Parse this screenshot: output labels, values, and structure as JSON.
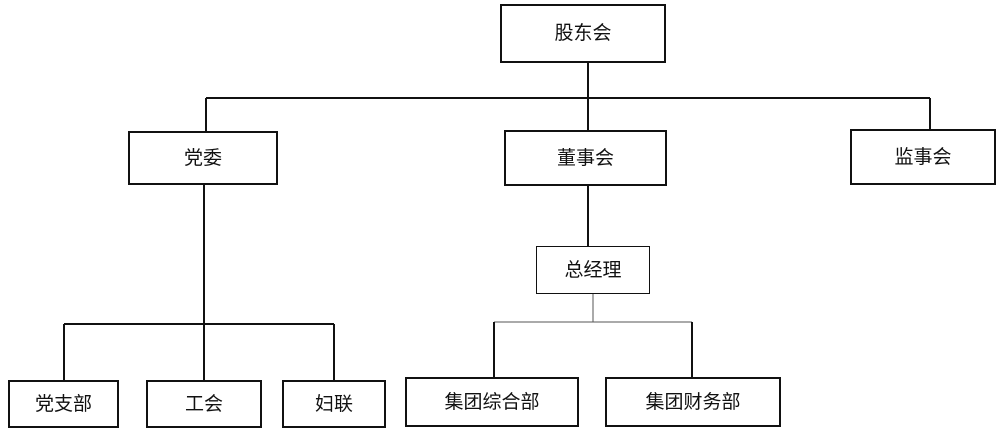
{
  "diagram": {
    "nodes": [
      {
        "id": "gdh",
        "label": "股东会"
      },
      {
        "id": "dw",
        "label": "党委"
      },
      {
        "id": "dsh",
        "label": "董事会"
      },
      {
        "id": "jsh",
        "label": "监事会"
      },
      {
        "id": "zjl",
        "label": "总经理"
      },
      {
        "id": "dzb",
        "label": "党支部"
      },
      {
        "id": "gh",
        "label": "工会"
      },
      {
        "id": "fl",
        "label": "妇联"
      },
      {
        "id": "jtzh",
        "label": "集团综合部"
      },
      {
        "id": "jtcw",
        "label": "集团财务部"
      }
    ],
    "edges": [
      {
        "from": "gdh",
        "to": "dw"
      },
      {
        "from": "gdh",
        "to": "dsh"
      },
      {
        "from": "gdh",
        "to": "jsh"
      },
      {
        "from": "dsh",
        "to": "zjl"
      },
      {
        "from": "dw",
        "to": "dzb"
      },
      {
        "from": "dw",
        "to": "gh"
      },
      {
        "from": "dw",
        "to": "fl"
      },
      {
        "from": "zjl",
        "to": "jtzh"
      },
      {
        "from": "zjl",
        "to": "jtcw"
      }
    ],
    "colors": {
      "line": "#111111",
      "thin_line": "#555555",
      "text": "#111111",
      "background": "#ffffff"
    }
  }
}
